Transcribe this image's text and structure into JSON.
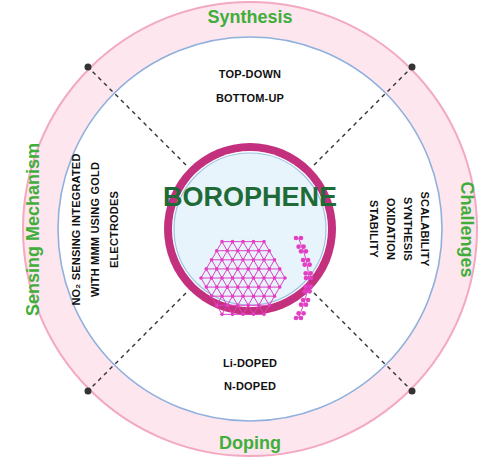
{
  "diagram": {
    "nodes": [
      {
        "text": [
          "BOROPHENE"
        ]
      },
      {
        "text": [
          "Synthesis",
          "TOP-DOWN",
          "BOTTOM-UP"
        ]
      },
      {
        "text": [
          "Challenges",
          "STABILITY",
          "OXIDATION",
          "SYNTHESIS",
          "SCALABILITY"
        ]
      },
      {
        "text": [
          "Doping",
          "Li-DOPED",
          "N-DOPED"
        ]
      },
      {
        "text": [
          "Sensing Mechanism",
          "NO₂ SENSING INTEGRATED WITH MMM USING GOLD ELECTRODES"
        ]
      }
    ]
  }
}
